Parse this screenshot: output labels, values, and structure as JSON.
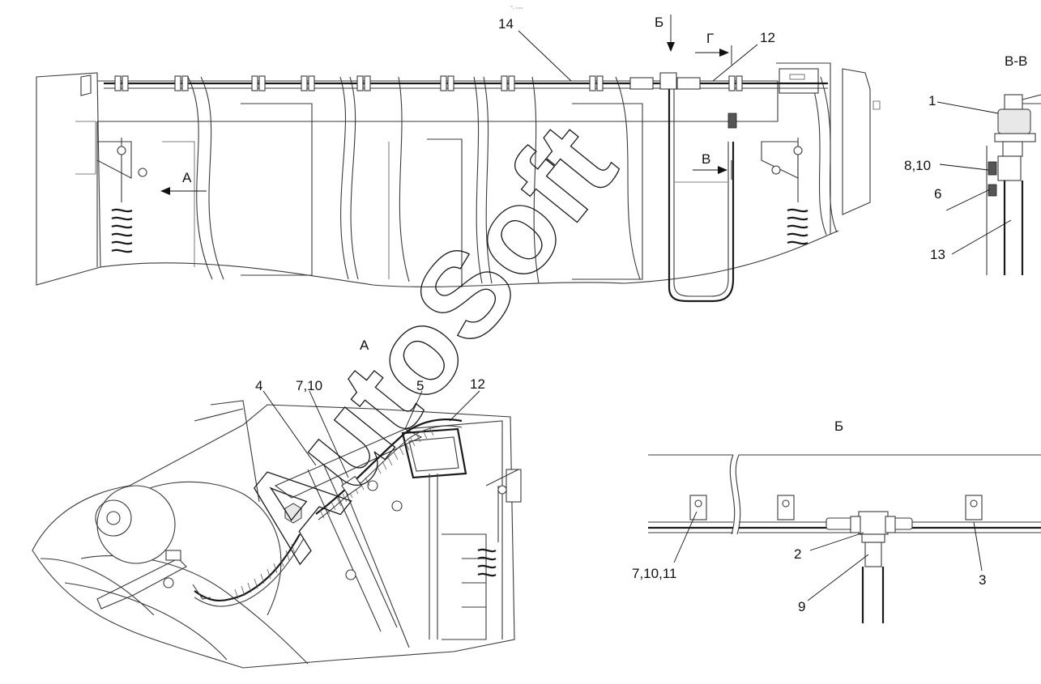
{
  "watermark": "AutoSoft",
  "tiny_mark": "⁼‚ ₌₌₌",
  "views": {
    "main": {
      "section_b": "Б",
      "section_g": "Г",
      "section_v": "В",
      "view_a": "А"
    },
    "view_a": {
      "title": "А"
    },
    "view_b": {
      "title": "Б"
    },
    "section_vv": {
      "title": "В-В"
    }
  },
  "callouts": {
    "main": {
      "c14": "14",
      "c12": "12"
    },
    "view_a": {
      "c4": "4",
      "c7_10": "7,10",
      "c5": "5",
      "c12": "12"
    },
    "view_b": {
      "c7_10_11": "7,10,11",
      "c2": "2",
      "c3": "3",
      "c9": "9"
    },
    "section_vv": {
      "c1": "1",
      "c8_10": "8,10",
      "c6": "6",
      "c13": "13"
    }
  },
  "colors": {
    "line": "#3a3a3a",
    "paper": "#ffffff",
    "text": "#111111"
  }
}
